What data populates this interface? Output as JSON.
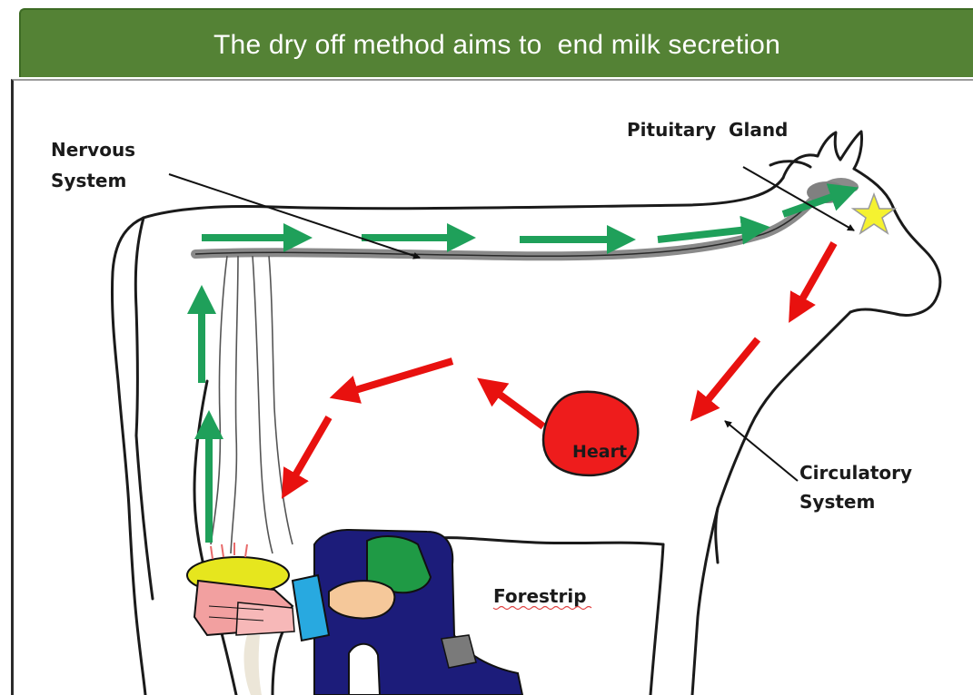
{
  "title": "The dry off method aims to  end milk secretion",
  "labels": {
    "nervous_line1": "Nervous",
    "nervous_line2": "System",
    "pituitary": "Pituitary  Gland",
    "heart": "Heart",
    "circ_line1": "Circulatory",
    "circ_line2": "System",
    "forestrip": "Forestrip"
  },
  "colors": {
    "banner": "#548235",
    "green_arrow": "#1fa05a",
    "red_arrow": "#e8110f",
    "heart": "#ee1c1c",
    "star": "#f5f230",
    "udder": "#e6e61e",
    "nerve": "#8a8a8a",
    "person_body": "#1c1c7a",
    "person_green": "#1f9a45",
    "person_sleeve": "#28a9e0",
    "hand": "#f2a0a0"
  }
}
